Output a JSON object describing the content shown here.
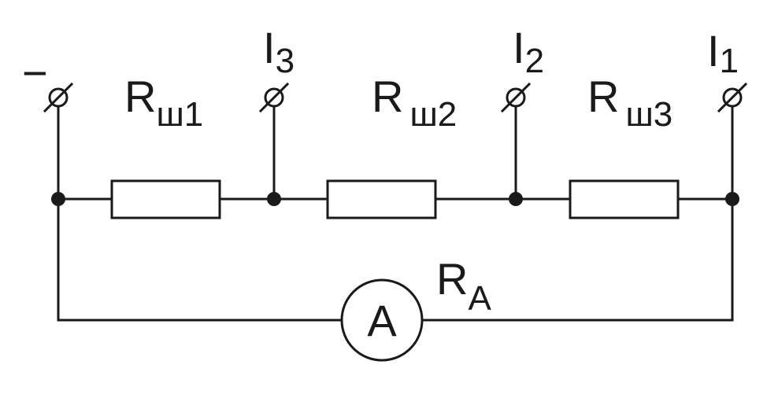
{
  "terminals": {
    "minus": "−",
    "i3": {
      "main": "I",
      "sub": "3"
    },
    "i2": {
      "main": "I",
      "sub": "2"
    },
    "i1": {
      "main": "I",
      "sub": "1"
    }
  },
  "resistors": {
    "r_sh1": {
      "main": "R",
      "sub": "ш1"
    },
    "r_sh2": {
      "main": "R",
      "sub": "ш2"
    },
    "r_sh3": {
      "main": "R",
      "sub": "ш3"
    }
  },
  "ammeter": {
    "symbol": "A",
    "label": {
      "main": "R",
      "sub": "A"
    }
  },
  "colors": {
    "ink": "#1a1a1a",
    "background": "#ffffff"
  }
}
